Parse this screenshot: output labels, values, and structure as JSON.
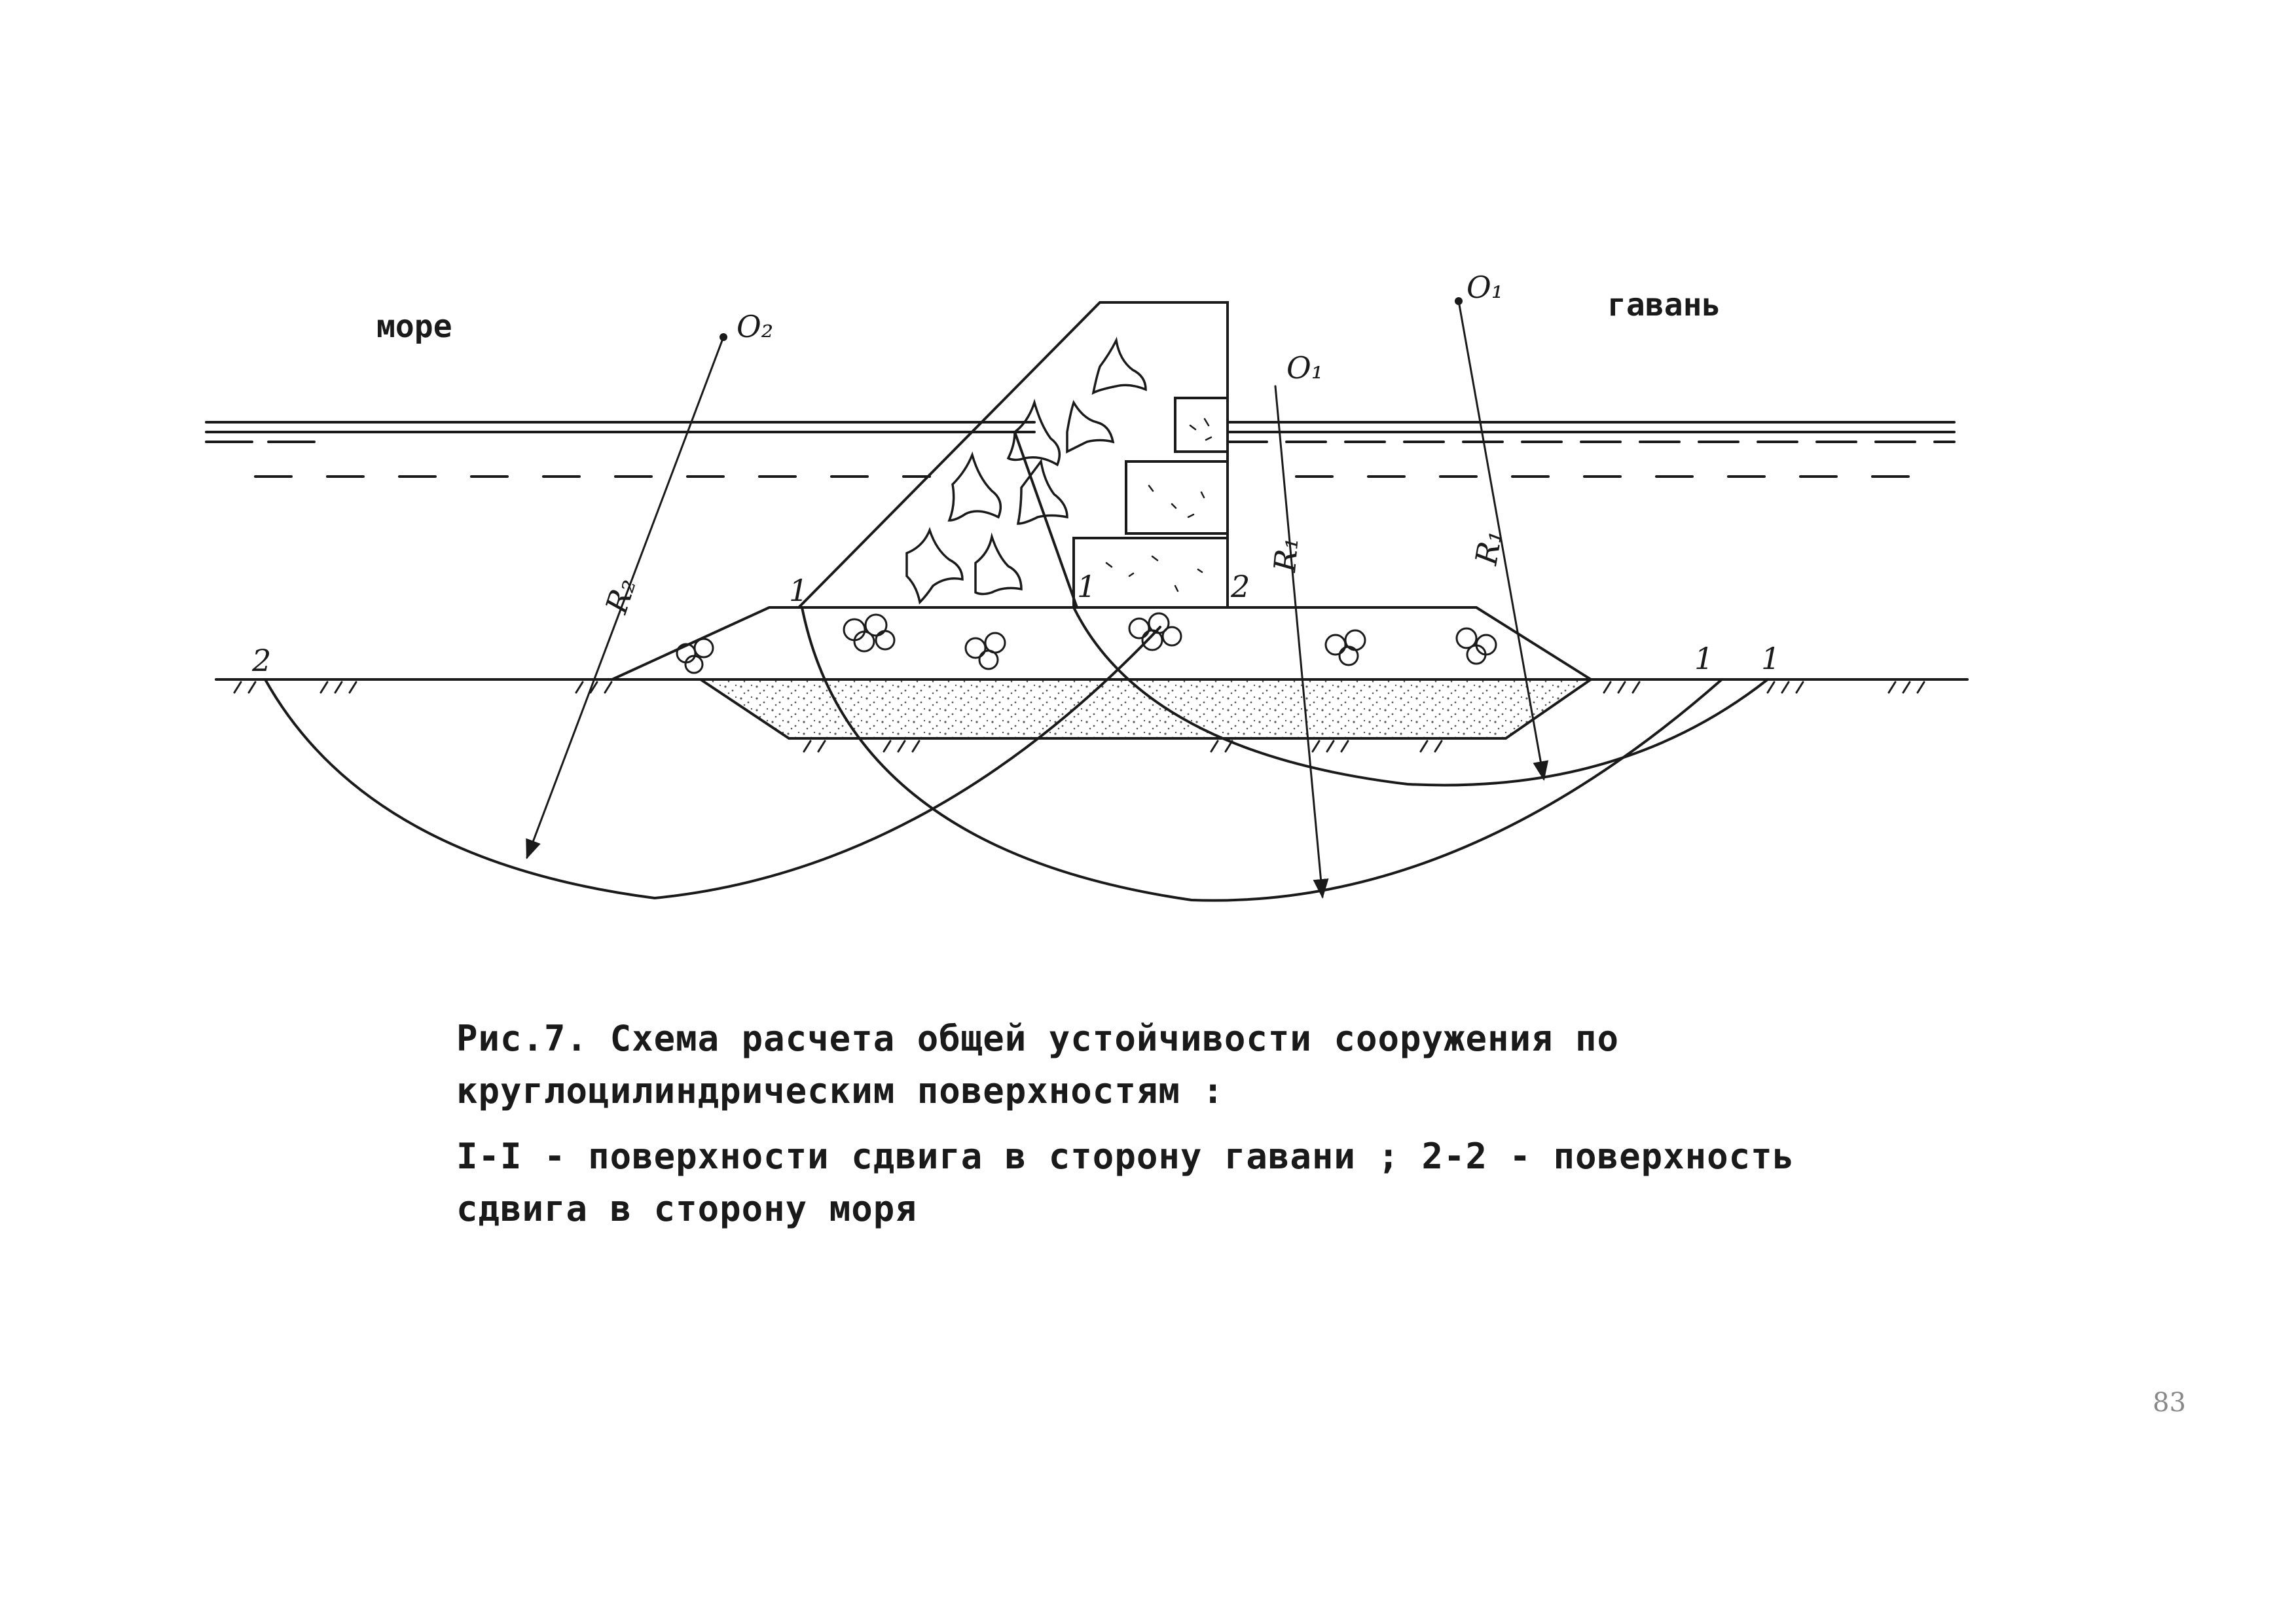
{
  "labels": {
    "sea": "море",
    "harbor": "гавань",
    "center_o2": "O₂",
    "center_o1_near": "O₁",
    "center_o1_far": "O₁",
    "radius_r2": "R₂",
    "radius_r1_near": "R₁",
    "radius_r1_far": "R₁",
    "mark_2_left": "2",
    "mark_1_crest": "1",
    "mark_1_base": "1",
    "mark_2_base": "2",
    "mark_1_right_a": "1",
    "mark_1_right_b": "1"
  },
  "caption": {
    "line1": "Рис.7. Схема  расчета  общей  устойчивости  сооружения  по",
    "line2": "круглоцилиндрическим  поверхностям :",
    "line3": "I-I - поверхности  сдвига  в  сторону  гавани ; 2-2 - поверхность",
    "line4": "сдвига  в  сторону  моря"
  },
  "page_number": "83"
}
